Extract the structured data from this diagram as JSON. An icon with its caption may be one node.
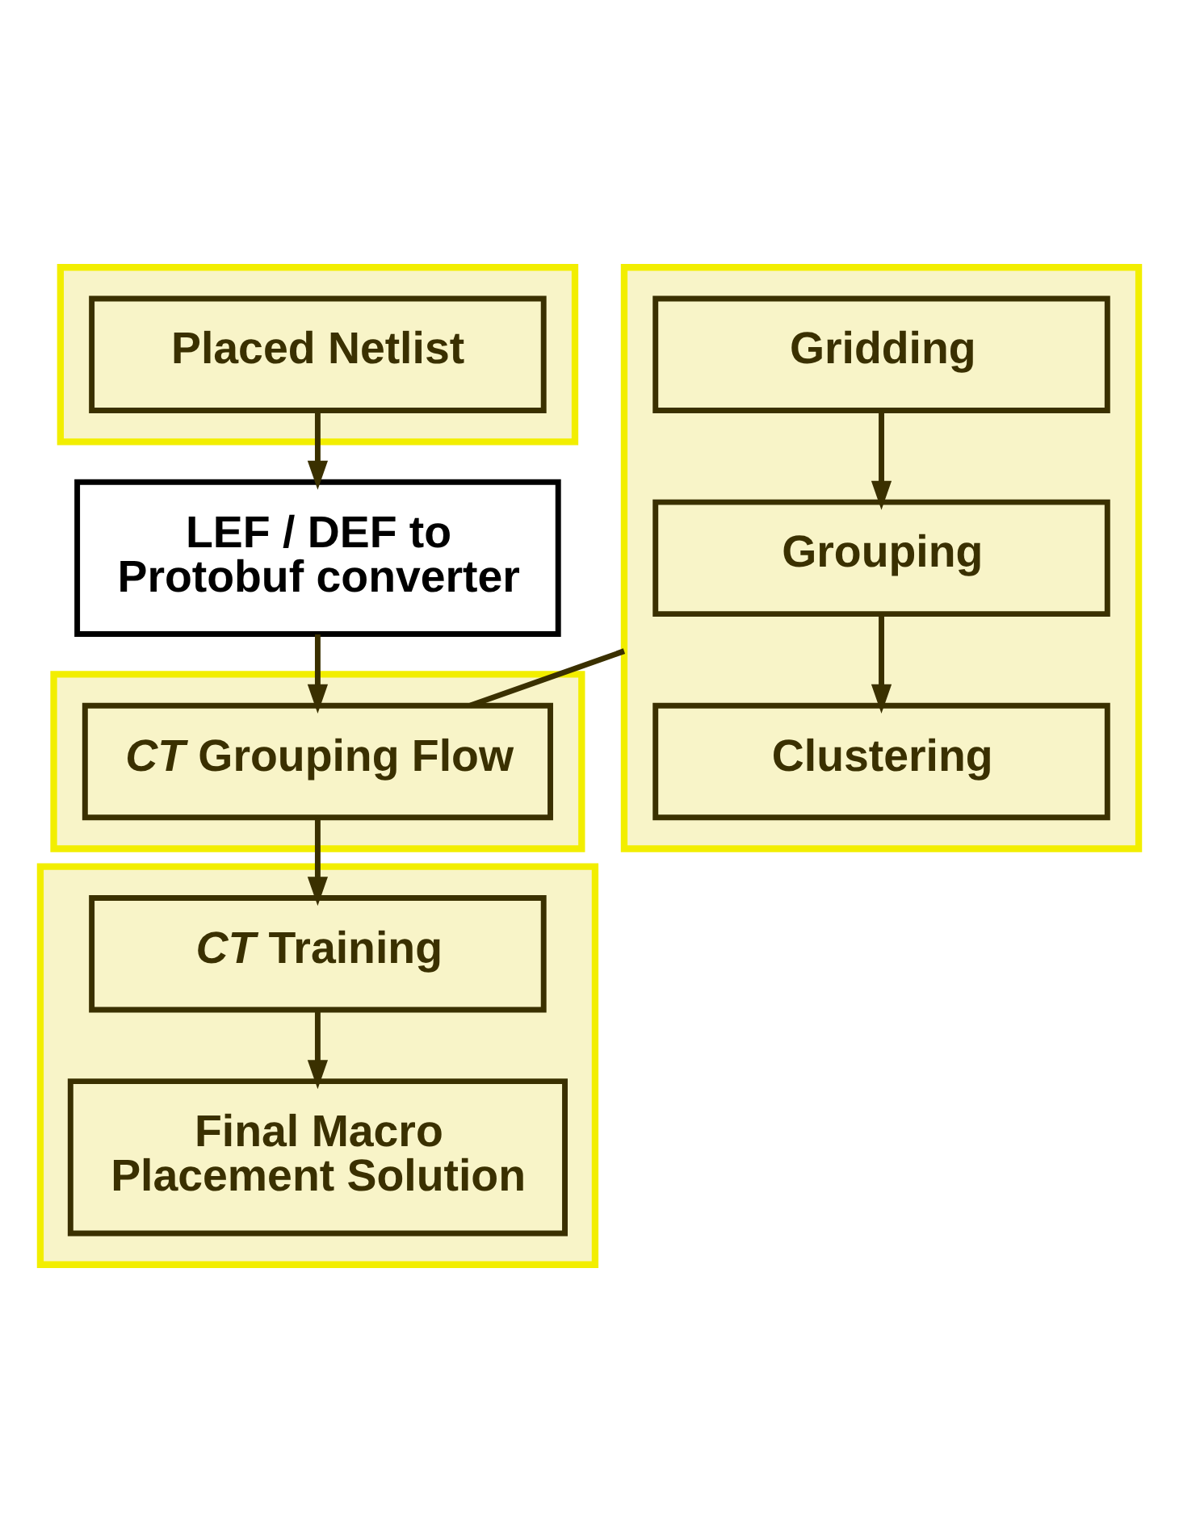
{
  "diagram": {
    "nodes": [
      {
        "text": [],
        "shape": "box"
      },
      {
        "text": [
          "Placed Netlist"
        ],
        "in": 0
      },
      {
        "text": [
          "LEF / DEF to Protobuf converter"
        ]
      },
      {
        "text": [],
        "shape": "box"
      },
      {
        "text": [
          "*CT* Grouping Flow"
        ],
        "in": 3
      },
      {
        "text": [],
        "shape": "box"
      },
      {
        "text": [
          "*CT* Training"
        ],
        "in": 5
      },
      {
        "text": [
          "Final Macro Placement Solution"
        ],
        "in": 5
      },
      {
        "text": [],
        "shape": "box"
      },
      {
        "text": [
          "Gridding"
        ],
        "in": 8
      },
      {
        "text": [
          "Grouping"
        ],
        "in": 8
      },
      {
        "text": [
          "Clustering"
        ],
        "in": 8
      }
    ],
    "edges": [
      {
        "from": 1,
        "to": 2,
        "arrow": "to"
      },
      {
        "from": 2,
        "to": 4,
        "arrow": "to"
      },
      {
        "from": 4,
        "to": 6,
        "arrow": "to"
      },
      {
        "from": 6,
        "to": 7,
        "arrow": "to"
      },
      {
        "from": 4,
        "to": 8,
        "arrow": "none"
      },
      {
        "from": 9,
        "to": 10,
        "arrow": "to"
      },
      {
        "from": 10,
        "to": 11,
        "arrow": "to"
      }
    ]
  }
}
